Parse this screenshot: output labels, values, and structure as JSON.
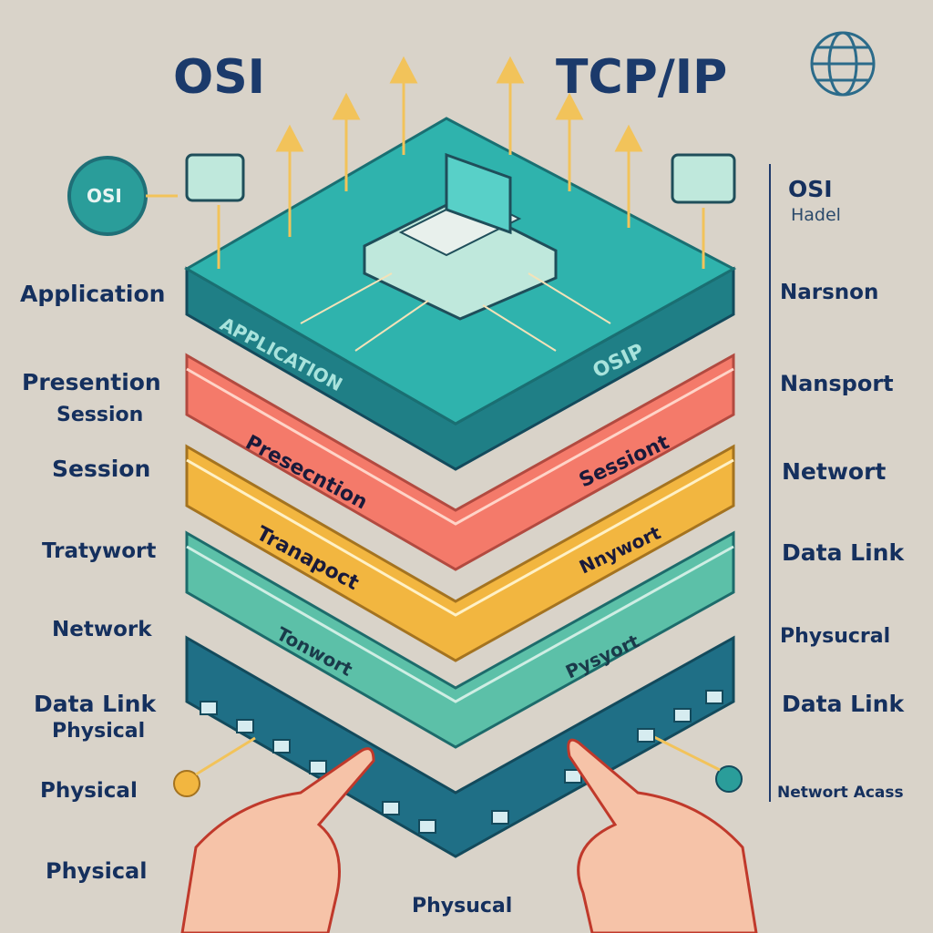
{
  "titles": {
    "osi": "OSI",
    "tcpip": "TCP/IP"
  },
  "osi_badge": "OSI",
  "left_labels": [
    "Application",
    "Presention",
    "Session",
    "Session",
    "Tratywort",
    "Network",
    "Data Link",
    "Physical",
    "Physical",
    "Physical"
  ],
  "right_labels": [
    "OSI",
    "Hadel",
    "Narsnon",
    "Nansport",
    "Networt",
    "Data Link",
    "Physucral",
    "Data Link",
    "Networt Acass"
  ],
  "layer_text": {
    "top_left": "APPLICATION",
    "top_right": "OSIP",
    "pink_left": "Presecntion",
    "pink_right": "Sessiont",
    "yellow_left": "Tranapoct",
    "yellow_right": "Nnywort",
    "green_left": "Tonwort",
    "green_right": "Pysyort"
  },
  "bottom_label": "Physucal",
  "colors": {
    "teal": "#2a9d9a",
    "pink": "#f47a6a",
    "yellow": "#f2b640",
    "green": "#5cc0a8",
    "navy": "#15305e",
    "arrow": "#f2c35a"
  }
}
